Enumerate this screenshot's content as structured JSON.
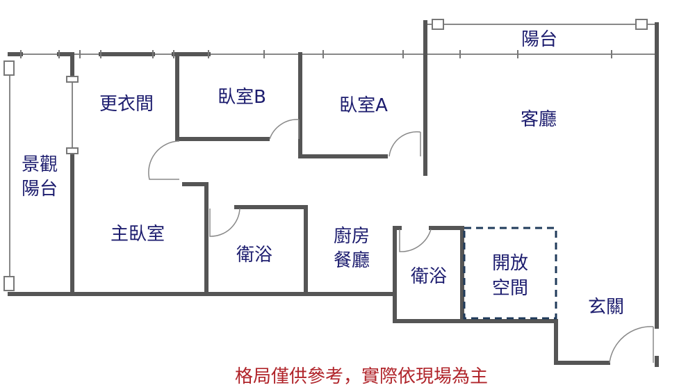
{
  "rooms": {
    "balcony": "陽台",
    "living_room": "客廳",
    "bedroom_a": "臥室A",
    "bedroom_b": "臥室B",
    "walk_in_closet": "更衣間",
    "view_balcony_line1": "景觀",
    "view_balcony_line2": "陽台",
    "master_bedroom": "主臥室",
    "bathroom_1": "衛浴",
    "kitchen_line1": "廚房",
    "kitchen_line2": "餐廳",
    "bathroom_2": "衛浴",
    "open_space_line1": "開放",
    "open_space_line2": "空間",
    "entrance": "玄關"
  },
  "note": "格局僅供參考，實際依現場為主",
  "colors": {
    "wall": "#555555",
    "label": "#1c1c6e",
    "note": "#b0242a",
    "dashed": "#1f3a5a"
  }
}
